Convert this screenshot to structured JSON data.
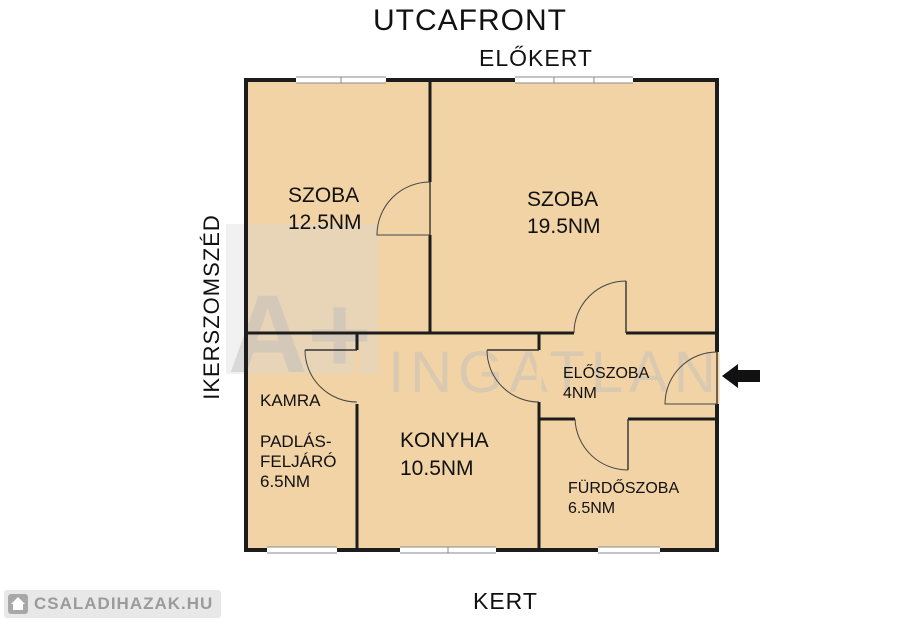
{
  "labels": {
    "top": "UTCAFRONT",
    "front_yard": "ELŐKERT",
    "bottom": "KERT",
    "side": "IKERSZOMSZÉD"
  },
  "rooms": {
    "szoba_small": {
      "name": "SZOBA",
      "area": "12.5NM"
    },
    "szoba_large": {
      "name": "SZOBA",
      "area": "19.5NM"
    },
    "kamra": {
      "name": "KAMRA",
      "line2": "PADLÁS-",
      "line3": "FELJÁRÓ",
      "area": "6.5NM"
    },
    "konyha": {
      "name": "KONYHA",
      "area": "10.5NM"
    },
    "eloszoba": {
      "name": "ELŐSZOBA",
      "area": "4NM"
    },
    "furdoszoba": {
      "name": "FÜRDŐSZOBA",
      "area": "6.5NM"
    }
  },
  "watermark": {
    "logo": "A+",
    "text": "INGATLAN"
  },
  "badge": {
    "site": "CSALADIHAZAK.HU",
    "icon": "house-icon"
  },
  "entrance": {
    "icon": "arrow-left-icon"
  },
  "colors": {
    "room_fill": "#f1d3a6",
    "wall": "#1c1c1c",
    "watermark": "#bdbdbd"
  }
}
